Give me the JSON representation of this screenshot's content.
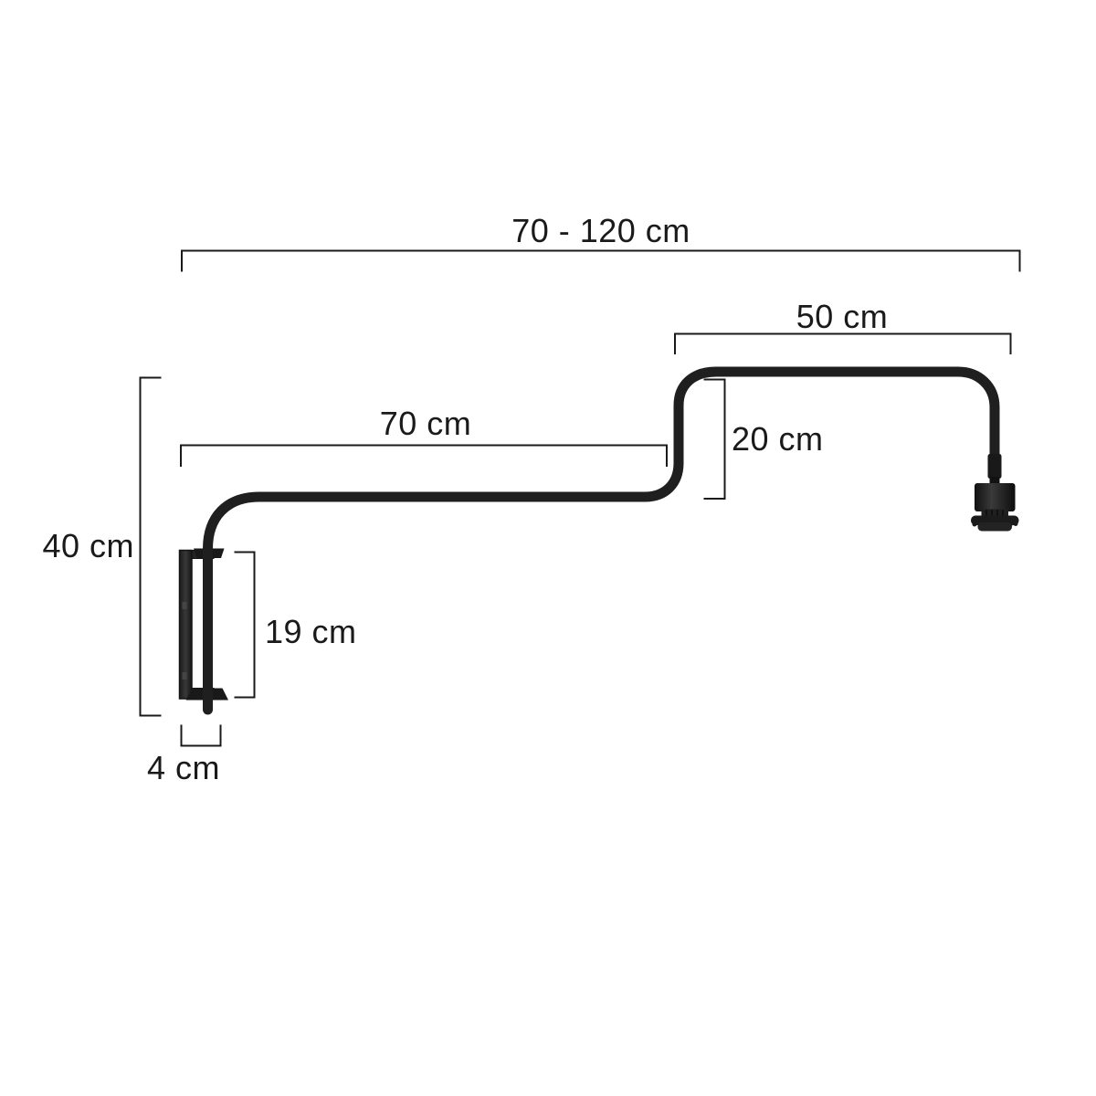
{
  "diagram": {
    "type": "product-dimension-drawing",
    "background_color": "#ffffff",
    "dimension_line_color": "#1a1a1a",
    "tube_color": "#1f1f1f",
    "dimensions": {
      "total_reach": "70 - 120 cm",
      "upper_arm": "50 cm",
      "lower_arm": "70 cm",
      "riser": "20 cm",
      "overall_height": "40 cm",
      "bracket_height": "19 cm",
      "bracket_width": "4 cm"
    }
  }
}
